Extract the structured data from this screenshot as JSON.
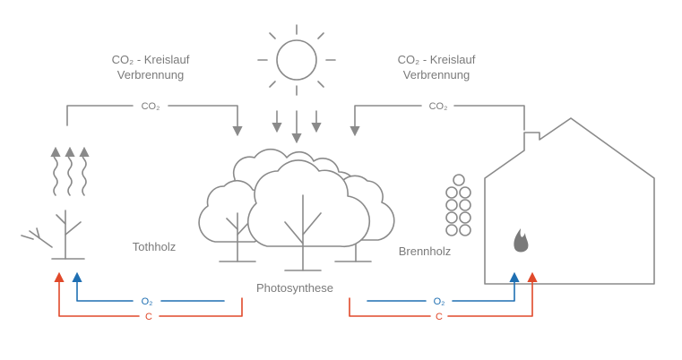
{
  "cycle_left": {
    "line1": "CO₂ - Kreislauf",
    "line2": "Verbrennung"
  },
  "cycle_right": {
    "line1": "CO₂ - Kreislauf",
    "line2": "Verbrennung"
  },
  "co2_left": "CO₂",
  "co2_right": "CO₂",
  "deadwood_label": "Tothholz",
  "firewood_label": "Brennholz",
  "photosynthesis_label": "Photosynthese",
  "o2_left": "O₂",
  "c_left": "C",
  "o2_right": "O₂",
  "c_right": "C",
  "colors": {
    "line": "#8a8a8a",
    "oxygen": "#1f6fb2",
    "carbon": "#e0492a"
  }
}
